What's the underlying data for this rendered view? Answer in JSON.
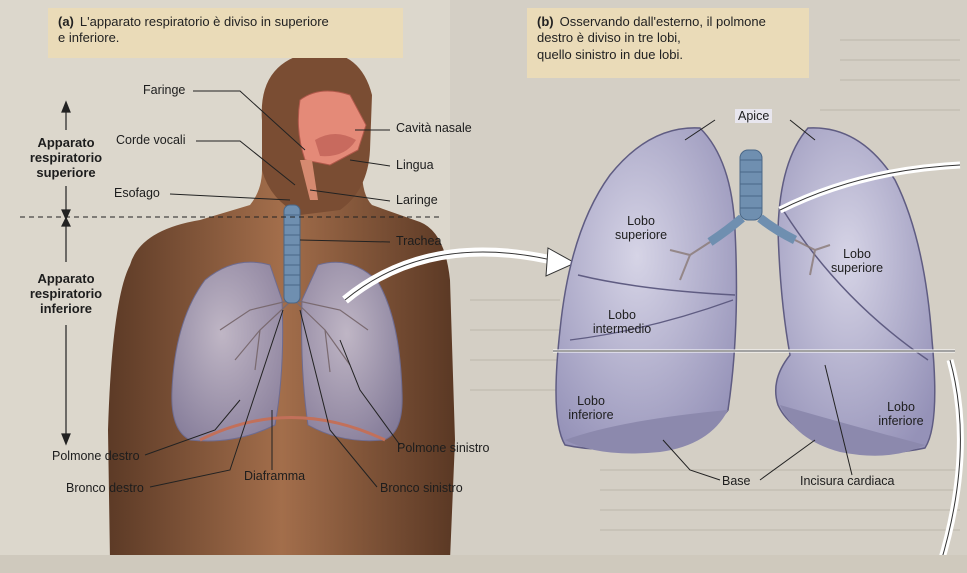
{
  "panel_a": {
    "tag": "(a)",
    "text": "L'apparato respiratorio è diviso in superiore\ne inferiore."
  },
  "panel_b": {
    "tag": "(b)",
    "text": "Osservando dall'esterno, il polmone\ndestro è diviso in tre lobi,\nquello sinistro in due lobi."
  },
  "left_labels": {
    "faringe": "Faringe",
    "cavita_nasale": "Cavità nasale",
    "corde_vocali": "Corde vocali",
    "lingua": "Lingua",
    "esofago": "Esofago",
    "laringe": "Laringe",
    "trachea": "Trachea",
    "polmone_destro": "Polmone destro",
    "polmone_sinistro": "Polmone sinistro",
    "diaframma": "Diaframma",
    "bronco_destro": "Bronco destro",
    "bronco_sinistro": "Bronco sinistro"
  },
  "side_labels": {
    "superiore": "Apparato\nrespiratorio\nsuperiore",
    "inferiore": "Apparato\nrespiratorio\ninferiore"
  },
  "right_labels": {
    "apice": "Apice",
    "lobo_superiore_dx": "Lobo\nsuperiore",
    "lobo_superiore_sx": "Lobo\nsuperiore",
    "lobo_intermedio": "Lobo\nintermedio",
    "lobo_inferiore_dx": "Lobo\ninferiore",
    "lobo_inferiore_sx": "Lobo\ninferiore",
    "base": "Base",
    "incisura_cardiaca": "Incisura cardiaca"
  },
  "colors": {
    "panel_bg": "#eadbb8",
    "skin": "#8a5a3c",
    "lung": "#b7b4cf",
    "trachea": "#6f8fb0",
    "nasal": "#e48a78"
  }
}
